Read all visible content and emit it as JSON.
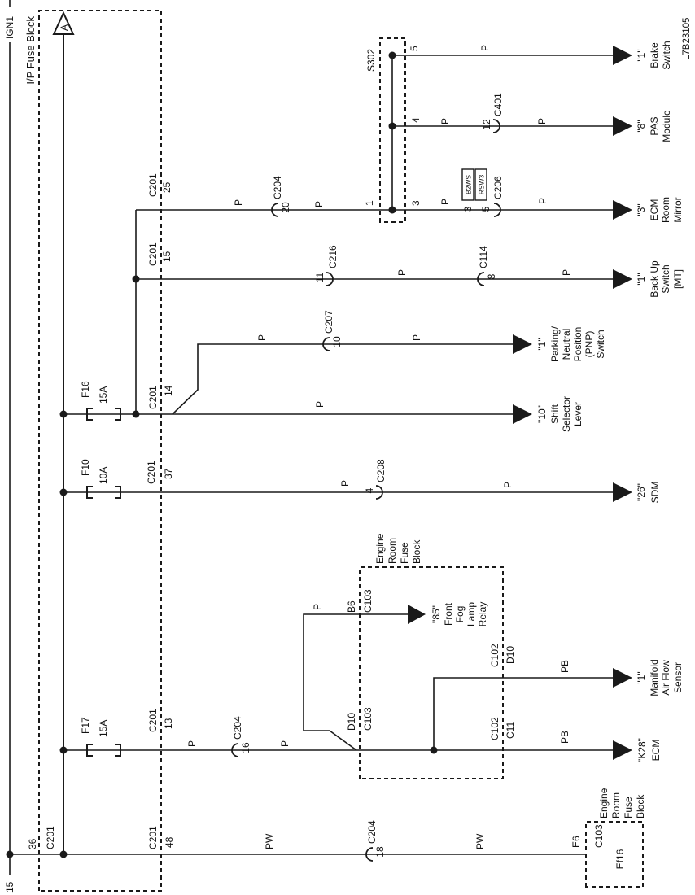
{
  "diagram_id": "L7B23105",
  "power": {
    "source_pin": "15",
    "wire_name": "IGN1",
    "continuation": "A"
  },
  "ip_block": {
    "title": "I/P Fuse Block"
  },
  "fuses": {
    "f16": "F16",
    "f16_a": "15A",
    "f10": "F10",
    "f10_a": "10A",
    "f17": "F17",
    "f17_a": "15A"
  },
  "c201": {
    "name": "C201",
    "p36": "36",
    "p48": "48",
    "p13": "13",
    "p37": "37",
    "p14": "14",
    "p15": "15",
    "p25": "25"
  },
  "wire": {
    "p": "P",
    "pw": "PW",
    "pb": "PB"
  },
  "conn": {
    "c204": "C204",
    "p18": "18",
    "p16": "16",
    "p20": "20",
    "c216": "C216",
    "p11": "11",
    "c207": "C207",
    "p10": "10",
    "c208": "C208",
    "p4": "4",
    "c114": "C114",
    "p8": "8",
    "c401": "C401",
    "p12": "12",
    "c206": "C206",
    "c206_p3": "3",
    "c206_p5": "5",
    "c206_opt1": "B2WS",
    "c206_opt2": "RSW3"
  },
  "splice": {
    "name": "S302",
    "pin_in": "1",
    "pin3": "3",
    "pin4": "4",
    "pin5": "5"
  },
  "erfb": {
    "lines": [
      "Engine",
      "Room",
      "Fuse",
      "Block"
    ],
    "c103": "C103",
    "b6": "B6",
    "d10": "D10",
    "c102": "C102",
    "c11": "C11"
  },
  "ef": {
    "lines": [
      "Engine",
      "Room",
      "Fuse",
      "Block"
    ],
    "pin": "E6",
    "fuse": "Ef16"
  },
  "dest": {
    "brake": {
      "pin": "\"1\"",
      "l1": "Brake",
      "l2": "Switch"
    },
    "pas": {
      "pin": "\"8\"",
      "l1": "PAS",
      "l2": "Module"
    },
    "mirror": {
      "pin": "\"3\"",
      "l1": "ECM",
      "l2": "Room",
      "l3": "Mirror"
    },
    "backup": {
      "pin": "\"1\"",
      "l1": "Back Up",
      "l2": "Switch",
      "l3": "[MT]"
    },
    "pnp": {
      "pin": "\"1\"",
      "l1": "Parking/",
      "l2": "Neutral",
      "l3": "Position",
      "l4": "(PNP)",
      "l5": "Switch"
    },
    "shift": {
      "pin": "\"10\"",
      "l1": "Shift",
      "l2": "Selector",
      "l3": "Lever"
    },
    "sdm": {
      "pin": "\"26\"",
      "l1": "SDM"
    },
    "fog": {
      "pin": "\"85\"",
      "l1": "Front",
      "l2": "Fog",
      "l3": "Lamp",
      "l4": "Relay"
    },
    "maf": {
      "pin": "\"1\"",
      "l1": "Manifold",
      "l2": "Air Flow",
      "l3": "Sensor"
    },
    "ecm": {
      "pin": "\"K28\"",
      "l1": "ECM"
    }
  }
}
